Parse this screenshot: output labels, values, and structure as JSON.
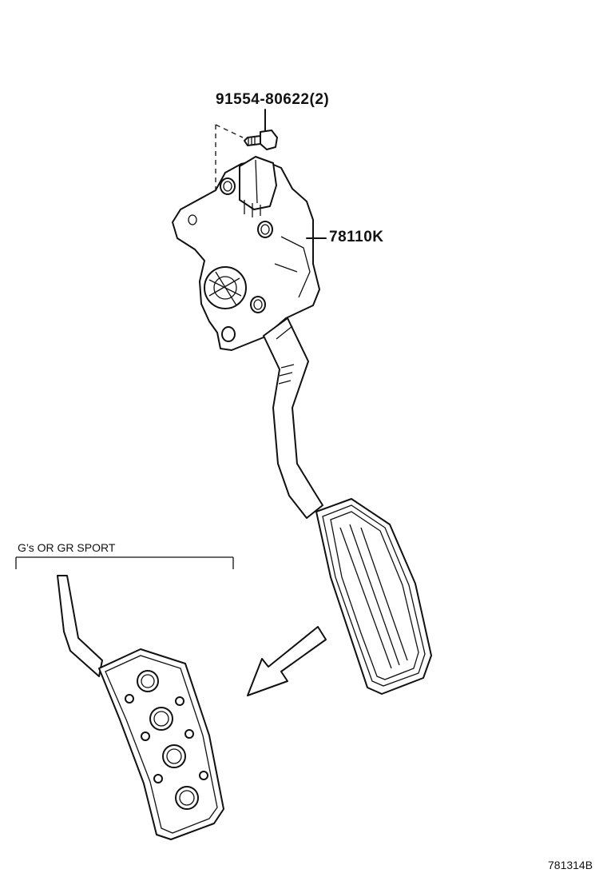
{
  "callouts": {
    "bolt": "91554-80622(2)",
    "pedal_assembly": "78110K"
  },
  "variant": {
    "label": "G’s OR GR SPORT"
  },
  "illustration_number": "781314B"
}
